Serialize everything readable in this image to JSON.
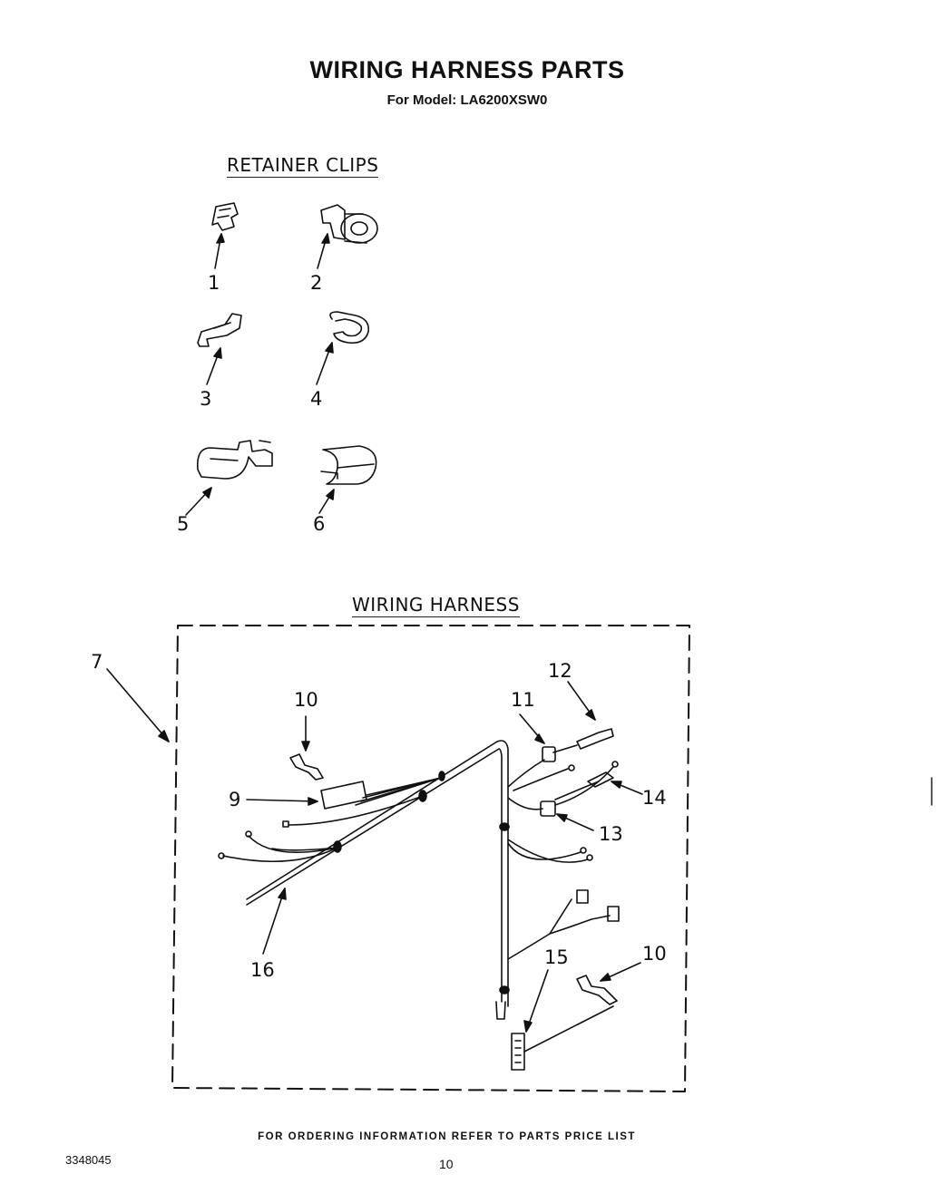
{
  "header": {
    "title": "WIRING HARNESS PARTS",
    "subtitle": "For Model: LA6200XSW0"
  },
  "sections": {
    "retainer_clips": "RETAINER CLIPS",
    "wiring_harness": "WIRING HARNESS"
  },
  "callouts": {
    "c1": "1",
    "c2": "2",
    "c3": "3",
    "c4": "4",
    "c5": "5",
    "c6": "6",
    "c7": "7",
    "c9": "9",
    "c10a": "10",
    "c10b": "10",
    "c11": "11",
    "c12": "12",
    "c13": "13",
    "c14": "14",
    "c15": "15",
    "c16": "16"
  },
  "footer": {
    "ordering_note": "FOR ORDERING INFORMATION REFER TO PARTS PRICE LIST",
    "doc_number": "3348045",
    "page_number": "10"
  }
}
